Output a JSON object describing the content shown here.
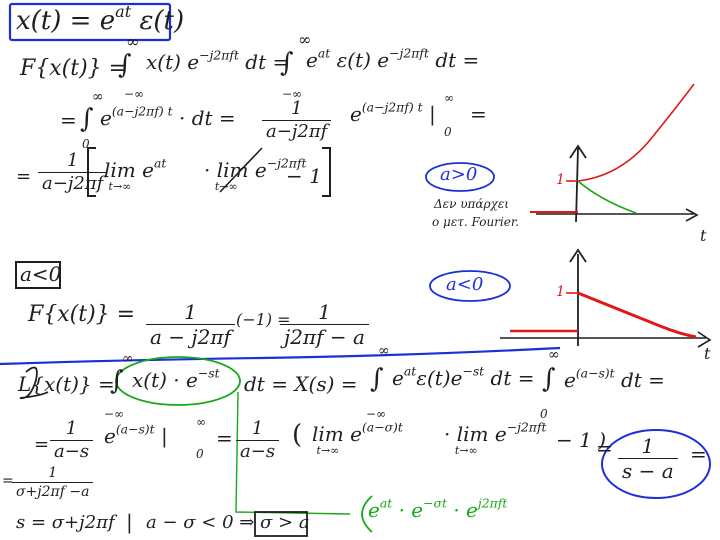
{
  "section1": {
    "def_boxed": "x(t) = e",
    "def_exp": "at",
    "def_step": " ε(t)",
    "line1_lhs": "F{x(t)} =",
    "line1_int_upper": "∞",
    "line1_int_lower": "−∞",
    "line1_body": "x(t) e",
    "line1_exp": "−j2πft",
    "line1_dt": " dt =",
    "line1_int2_upper": "∞",
    "line1_int2_lower": "−∞",
    "line1_body2": "e",
    "line1_exp2a": "at",
    "line1_body2b": " ε(t) e",
    "line1_exp2b": "−j2πft",
    "line1_dt2": " dt =",
    "line2_eq": "=",
    "line2_int_upper": "∞",
    "line2_int_lower": "0",
    "line2_body": "e",
    "line2_exp": "(a−j2πf) t",
    "line2_dt": " · dt =",
    "line2_frac_num": "1",
    "line2_frac_den": "a−j2πf",
    "line2_eval": "e",
    "line2_eval_exp": "(a−j2πf) t",
    "line2_eval_bar_upper": "∞",
    "line2_eval_bar_lower": "0",
    "line2_end": "=",
    "line3_eq": "=",
    "line3_frac_num": "1",
    "line3_frac_den": "a−j2πf",
    "line3_lim1": "lim",
    "line3_lim1_under": "t→∞",
    "line3_lim1_body": "e",
    "line3_lim1_exp": "at",
    "line3_lim2": "· lim",
    "line3_lim2_under": "t→∞",
    "line3_lim2_body": "e",
    "line3_lim2_exp": "−j2πft",
    "line3_minus_one": "− 1"
  },
  "graph1": {
    "condition": "a>0",
    "level_label": "1",
    "axis_label": "t",
    "note_line1": "Δεν υπάρχει",
    "note_line2": "ο μετ. Fourier."
  },
  "section2": {
    "boxed": "a<0",
    "lhs": "F{x(t)} =",
    "frac1_num": "1",
    "frac1_den": "a − j2πf",
    "minus_one": "(−1) =",
    "frac2_num": "1",
    "frac2_den": "j2πf − a"
  },
  "graph2": {
    "condition": "a<0",
    "level_label": "1",
    "axis_label": "t"
  },
  "section3": {
    "lhs": "L{x(t)} =",
    "int_upper": "∞",
    "int_lower": "−∞",
    "circled": "x(t) · e",
    "circled_exp": "−st",
    "dt_eq": "dt = X(s) =",
    "int2_upper": "∞",
    "int2_lower": "−∞",
    "body2": "e",
    "body2_exp": "at",
    "body2_step": "ε(t)e",
    "body2_exp2": "−st",
    "dt2": " dt =",
    "int3_upper": "∞",
    "int3_lower": "0",
    "body3": "e",
    "body3_exp": "(a−s)t",
    "dt3": " dt =",
    "row2_eq": "=",
    "row2_frac_num": "1",
    "row2_frac_den": "a−s",
    "row2_eval": "e",
    "row2_eval_exp": "(a−s)t",
    "row2_bar_upper": "∞",
    "row2_bar_lower": "0",
    "row2_eq2": "=",
    "row2_frac2_num": "1",
    "row2_frac2_den": "a−s",
    "row2_lim1": "lim",
    "row2_lim1_under": "t→∞",
    "row2_lim1_body": "e",
    "row2_lim1_exp": "(a−σ)t",
    "row2_lim2": "· lim",
    "row2_lim2_under": "t→∞",
    "row2_lim2_body": "e",
    "row2_lim2_exp": "−j2πft",
    "row2_minus_one": "− 1 )",
    "row2_eq3": "=",
    "result_num": "1",
    "result_den": "s − a",
    "result_eq": "=",
    "row3_eq": "=",
    "row3_frac_num": "1",
    "row3_frac_den": "σ+j2πf −a",
    "row4_s_def": "s = σ+j2πf",
    "row4_bar": "|",
    "row4_cond": "a − σ < 0 ⇒",
    "row4_boxed": "σ > a",
    "green_expr_a": "e",
    "green_expr_a_exp": "at",
    "green_expr_b": " · e",
    "green_expr_b_exp": "−σt",
    "green_expr_c": " · e",
    "green_expr_c_exp": "j2πft"
  },
  "colors": {
    "ink_black": "#1f1f1f",
    "ink_blue": "#1d2fd6",
    "ink_green": "#18a818",
    "ink_red": "#e01818"
  }
}
